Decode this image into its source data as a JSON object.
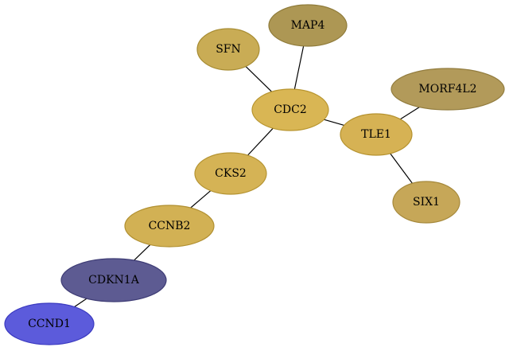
{
  "nodes": [
    {
      "id": "MAP4",
      "label": "MAP4",
      "fill": "#ad9754",
      "stroke": "#8f7b3a"
    },
    {
      "id": "SFN",
      "label": "SFN",
      "fill": "#c9ac55",
      "stroke": "#a88d34"
    },
    {
      "id": "MORF4L2",
      "label": "MORF4L2",
      "fill": "#b29a5a",
      "stroke": "#927c3e"
    },
    {
      "id": "CDC2",
      "label": "CDC2",
      "fill": "#d9b654",
      "stroke": "#b8952f"
    },
    {
      "id": "TLE1",
      "label": "TLE1",
      "fill": "#d6b254",
      "stroke": "#b5922f"
    },
    {
      "id": "CKS2",
      "label": "CKS2",
      "fill": "#d5b355",
      "stroke": "#b59432"
    },
    {
      "id": "SIX1",
      "label": "SIX1",
      "fill": "#c6a758",
      "stroke": "#a5883a"
    },
    {
      "id": "CCNB2",
      "label": "CCNB2",
      "fill": "#d2b154",
      "stroke": "#b19031"
    },
    {
      "id": "CDKN1A",
      "label": "CDKN1A",
      "fill": "#5d5b92",
      "stroke": "#3e3c75"
    },
    {
      "id": "CCND1",
      "label": "CCND1",
      "fill": "#5c5bdb",
      "stroke": "#3b3ac0"
    }
  ],
  "edges": [
    {
      "from": "MAP4",
      "to": "CDC2"
    },
    {
      "from": "SFN",
      "to": "CDC2"
    },
    {
      "from": "CDC2",
      "to": "TLE1"
    },
    {
      "from": "CDC2",
      "to": "CKS2"
    },
    {
      "from": "MORF4L2",
      "to": "TLE1"
    },
    {
      "from": "TLE1",
      "to": "SIX1"
    },
    {
      "from": "CKS2",
      "to": "CCNB2"
    },
    {
      "from": "CCNB2",
      "to": "CDKN1A"
    },
    {
      "from": "CDKN1A",
      "to": "CCND1"
    }
  ]
}
